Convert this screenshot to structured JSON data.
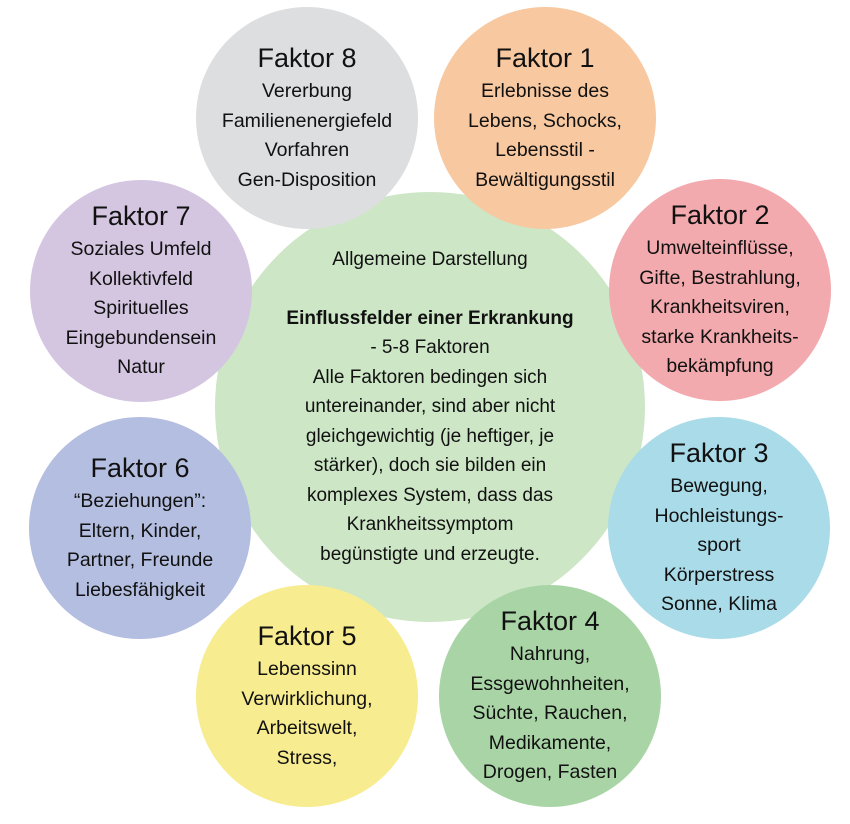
{
  "center": {
    "heading": "Allgemeine Darstellung",
    "title": "Einflussfelder einer Erkrankung",
    "subtitle": "- 5-8 Faktoren",
    "lines": [
      "Alle Faktoren bedingen sich",
      "untereinander, sind aber nicht",
      "gleichgewichtig (je heftiger, je",
      "stärker), doch sie bilden ein",
      "komplexes System, dass das",
      "Krankheitssymptom",
      "begünstigte und erzeugte."
    ],
    "color": "#cde6c6"
  },
  "factors": [
    {
      "title": "Faktor 1",
      "lines": [
        "Erlebnisse des",
        "Lebens, Schocks,",
        "Lebensstil -",
        "Bewältigungsstil"
      ],
      "color": "#f8c8a0"
    },
    {
      "title": "Faktor 2",
      "lines": [
        "Umwelteinflüsse,",
        "Gifte, Bestrahlung,",
        "Krankheitsviren,",
        "starke Krankheits-",
        "bekämpfung"
      ],
      "color": "#f2aaae"
    },
    {
      "title": "Faktor 3",
      "lines": [
        "Bewegung,",
        "Hochleistungs-",
        "sport",
        "Körperstress",
        "Sonne, Klima"
      ],
      "color": "#aadbe8"
    },
    {
      "title": "Faktor 4",
      "lines": [
        "Nahrung,",
        "Essgewohnheiten,",
        "Süchte, Rauchen,",
        "Medikamente,",
        "Drogen, Fasten"
      ],
      "color": "#a9d5a6"
    },
    {
      "title": "Faktor 5",
      "lines": [
        "Lebenssinn",
        "Verwirklichung,",
        "Arbeitswelt,",
        "Stress,"
      ],
      "color": "#f8ec90"
    },
    {
      "title": "Faktor 6",
      "lines": [
        "“Beziehungen”:",
        "Eltern, Kinder,",
        "Partner, Freunde",
        "Liebesfähigkeit"
      ],
      "color": "#b4bee1"
    },
    {
      "title": "Faktor 7",
      "lines": [
        "Soziales Umfeld",
        "Kollektivfeld",
        "Spirituelles",
        "Eingebundensein",
        "Natur"
      ],
      "color": "#d4c5e1"
    },
    {
      "title": "Faktor 8",
      "lines": [
        "Vererbung",
        "Familienenergiefeld",
        "Vorfahren",
        "Gen-Disposition"
      ],
      "color": "#dddedf"
    }
  ]
}
